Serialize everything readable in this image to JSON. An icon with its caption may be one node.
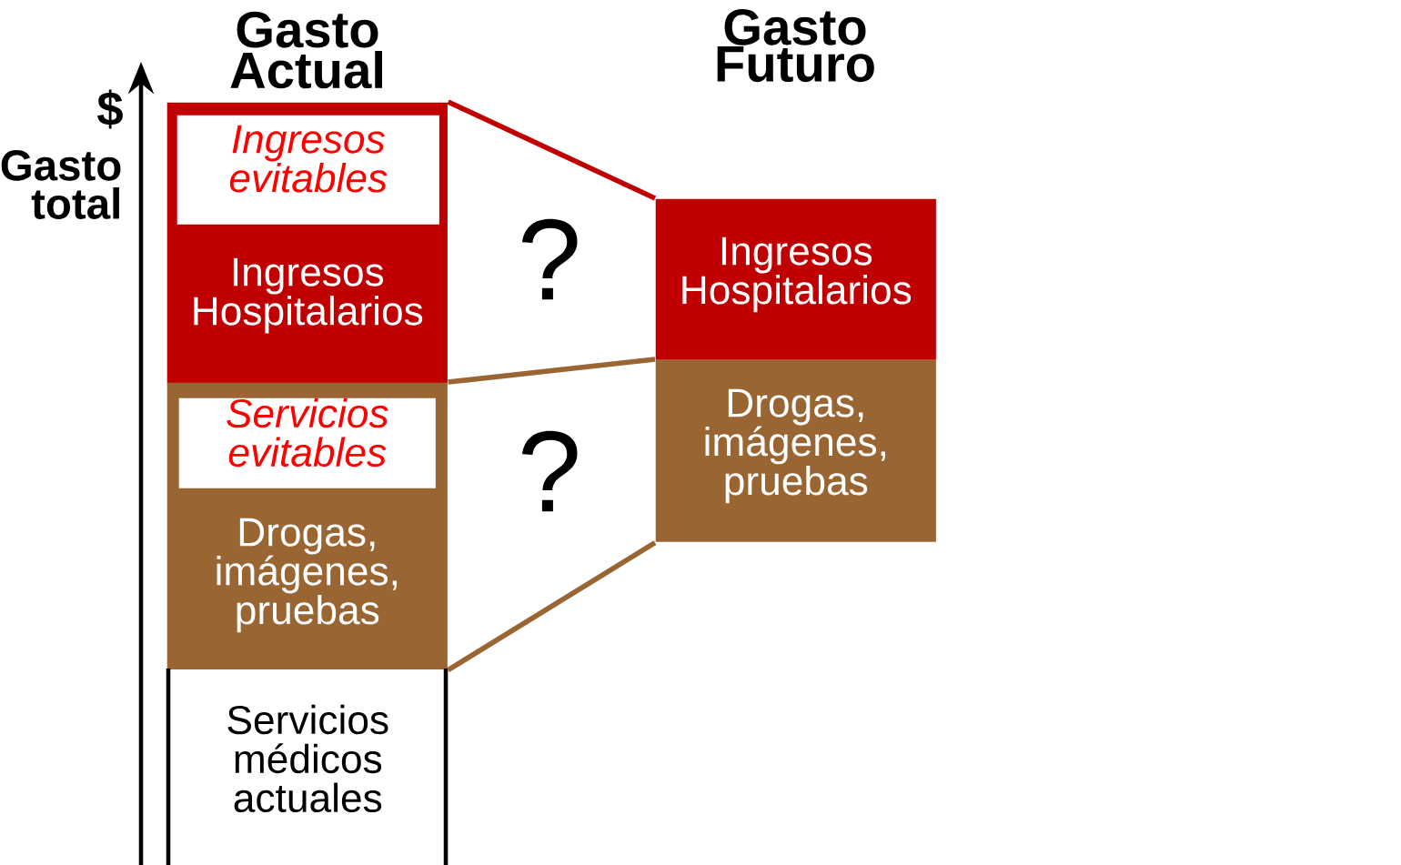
{
  "diagram": {
    "nodes": [
      {
        "text": [
          "Ingresos Hospitalarios"
        ]
      },
      {
        "text": [
          "Ingresos evitables"
        ],
        "in": 0
      },
      {
        "text": [
          "Drogas, imágenes, pruebas"
        ]
      },
      {
        "text": [
          "Servicios evitables"
        ],
        "in": 2
      },
      {
        "text": [
          "Servicios médicos actuales"
        ]
      },
      {
        "text": [
          "Ingresos Hospitalarios"
        ]
      },
      {
        "text": [
          "Drogas, imágenes, pruebas"
        ]
      }
    ],
    "edges": [
      {
        "from": 0,
        "to": 5,
        "arrow": "none",
        "color": "#c00000"
      },
      {
        "from": 2,
        "to": 6,
        "arrow": "none"
      },
      {
        "from": 2,
        "to": 6,
        "arrow": "none"
      }
    ],
    "labels": [
      "Gasto Actual",
      "Gasto Futuro",
      "$",
      "Gasto total",
      "?",
      "?"
    ]
  }
}
